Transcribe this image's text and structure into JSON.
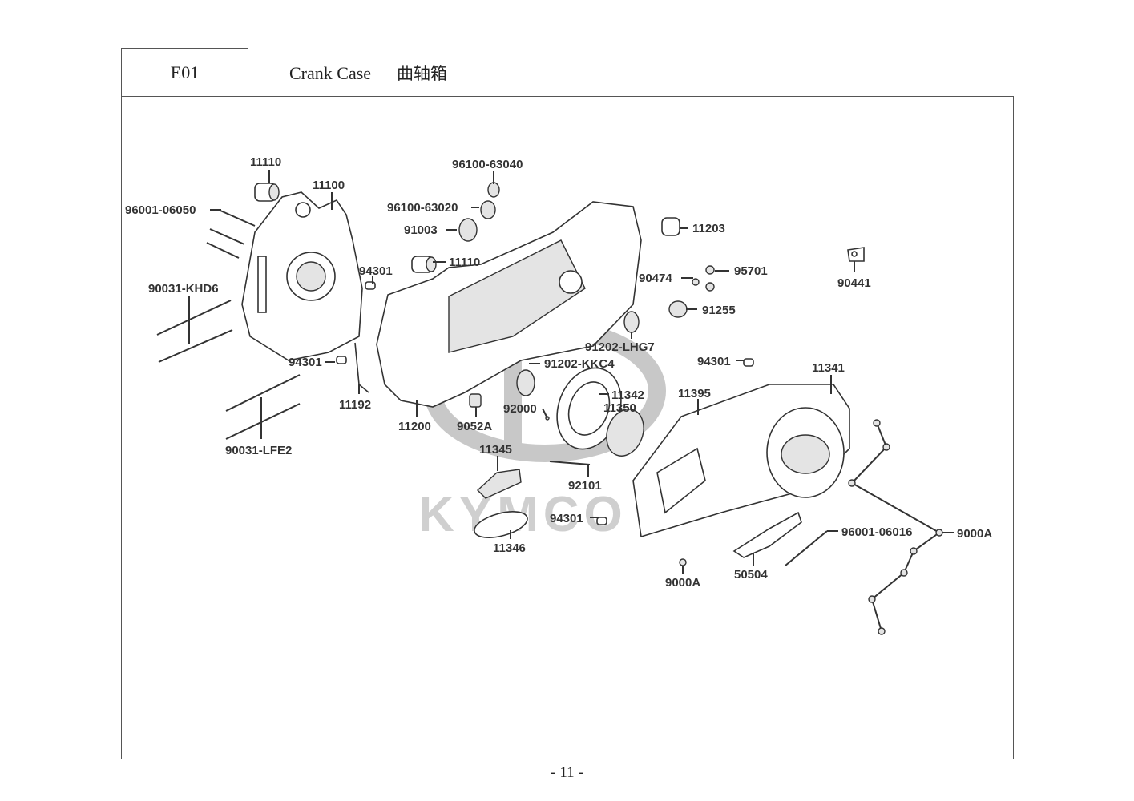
{
  "header": {
    "section_code": "E01",
    "title_en": "Crank Case",
    "title_zh": "曲轴箱"
  },
  "diagram": {
    "watermark": "KYMCO",
    "labels": [
      {
        "id": "l1",
        "text": "11110"
      },
      {
        "id": "l2",
        "text": "11100"
      },
      {
        "id": "l3",
        "text": "96001-06050"
      },
      {
        "id": "l4",
        "text": "90031-KHD6"
      },
      {
        "id": "l5",
        "text": "94301"
      },
      {
        "id": "l6",
        "text": "11192"
      },
      {
        "id": "l7",
        "text": "90031-LFE2"
      },
      {
        "id": "l8",
        "text": "96100-63040"
      },
      {
        "id": "l9",
        "text": "96100-63020"
      },
      {
        "id": "l10",
        "text": "91003"
      },
      {
        "id": "l11",
        "text": "11110"
      },
      {
        "id": "l12",
        "text": "94301"
      },
      {
        "id": "l13",
        "text": "11203"
      },
      {
        "id": "l14",
        "text": "90474"
      },
      {
        "id": "l15",
        "text": "95701"
      },
      {
        "id": "l16",
        "text": "90441"
      },
      {
        "id": "l17",
        "text": "91255"
      },
      {
        "id": "l18",
        "text": "91202-LHG7"
      },
      {
        "id": "l19",
        "text": "91202-KKC4"
      },
      {
        "id": "l20",
        "text": "11200"
      },
      {
        "id": "l21",
        "text": "9052A"
      },
      {
        "id": "l22",
        "text": "92000"
      },
      {
        "id": "l23",
        "text": "11342"
      },
      {
        "id": "l24",
        "text": "11350"
      },
      {
        "id": "l25",
        "text": "94301"
      },
      {
        "id": "l26",
        "text": "11341"
      },
      {
        "id": "l27",
        "text": "11395"
      },
      {
        "id": "l28",
        "text": "11345"
      },
      {
        "id": "l29",
        "text": "92101"
      },
      {
        "id": "l30",
        "text": "11346"
      },
      {
        "id": "l31",
        "text": "94301"
      },
      {
        "id": "l32",
        "text": "96001-06016"
      },
      {
        "id": "l33",
        "text": "9000A"
      },
      {
        "id": "l34",
        "text": "9000A"
      },
      {
        "id": "l35",
        "text": "50504"
      }
    ]
  },
  "footer": {
    "page_number": "- 11 -"
  }
}
